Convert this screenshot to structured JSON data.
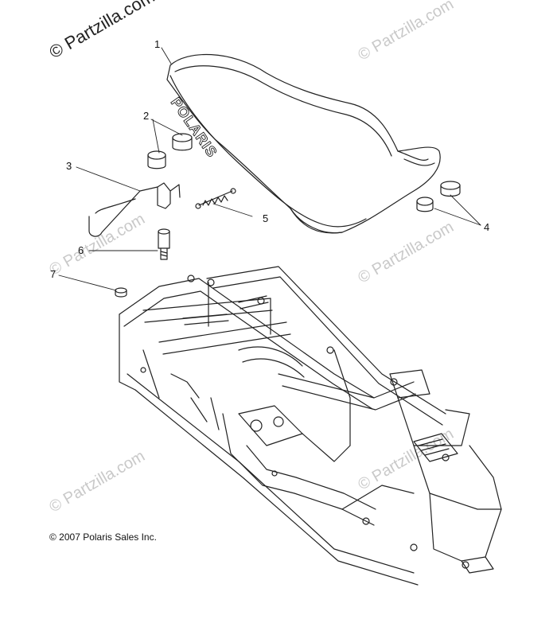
{
  "watermarks": {
    "top_left": "© Partzilla.com",
    "repeated": "© Partzilla.com"
  },
  "seat_logo": "POLARIS",
  "callouts": [
    "1",
    "2",
    "3",
    "4",
    "5",
    "6",
    "7"
  ],
  "copyright": "© 2007 Polaris Sales Inc."
}
